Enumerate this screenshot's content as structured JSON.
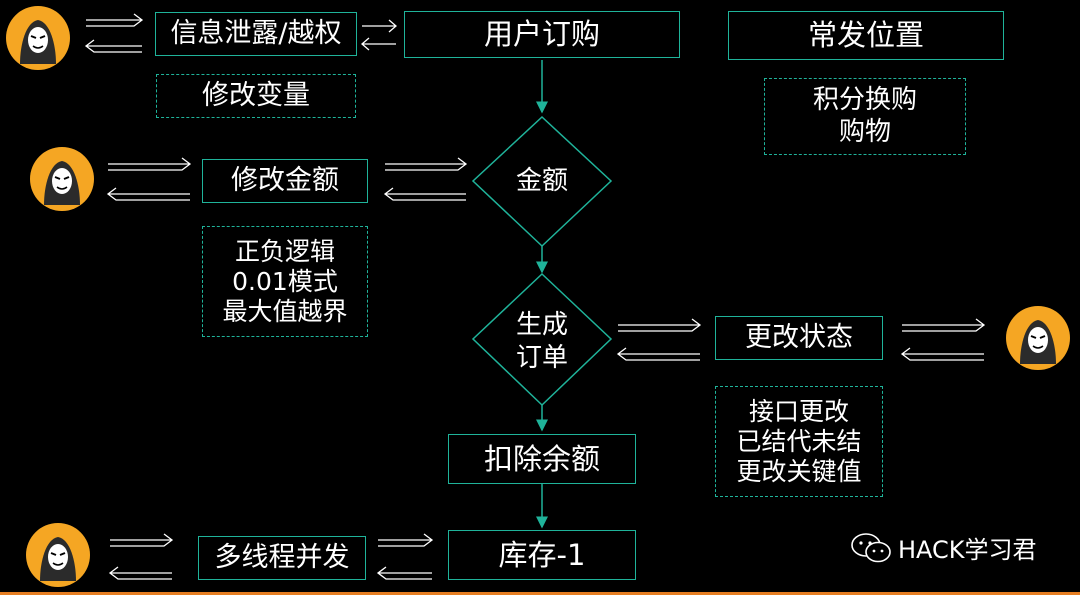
{
  "top": {
    "info_leak": "信息泄露/越权",
    "user_purchase": "用户订购",
    "common_location": "常发位置",
    "modify_variable": "修改变量",
    "points_exchange": [
      "积分换购",
      "购物"
    ]
  },
  "middle": {
    "modify_amount": "修改金额",
    "amount": "金额",
    "amount_notes": [
      "正负逻辑",
      "0.01模式",
      "最大值越界"
    ],
    "generate_order": [
      "生成",
      "订单"
    ],
    "change_status": "更改状态",
    "status_notes": [
      "接口更改",
      "已结代未结",
      "更改关键值"
    ]
  },
  "bottom": {
    "deduct_balance": "扣除余额",
    "concurrency": "多线程并发",
    "stock": "库存-1"
  },
  "watermark": {
    "icon": "wechat-icon",
    "text": "HACK学习君"
  },
  "colors": {
    "accent": "#1fb39a",
    "avatar_bg": "#f5a623",
    "bottom_bar": "#e67e22"
  }
}
